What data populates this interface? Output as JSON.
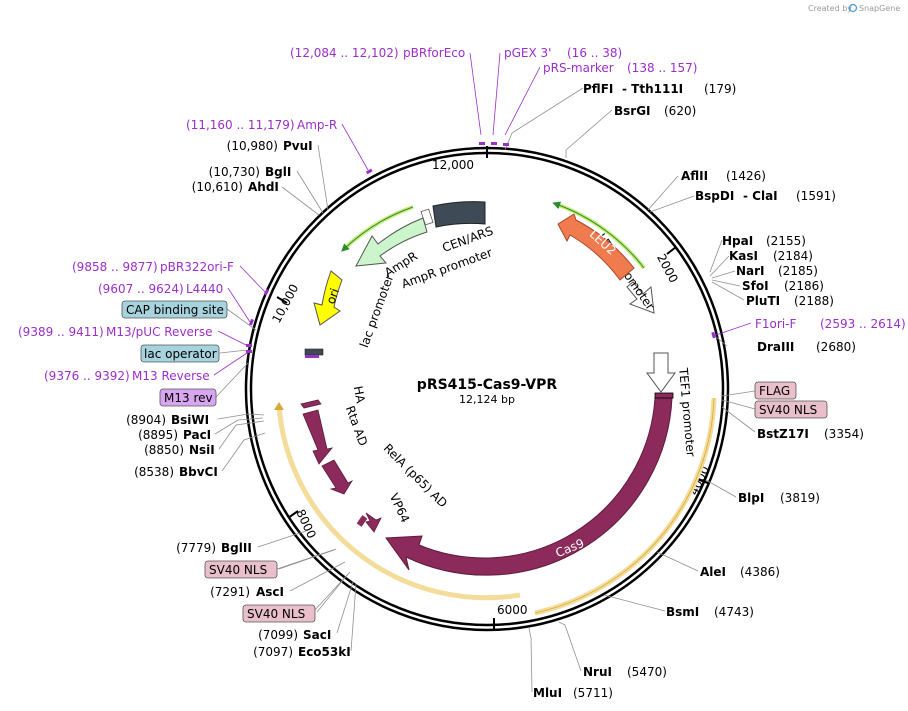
{
  "credit": {
    "text": "Created by",
    "brand": "SnapGene"
  },
  "plasmid": {
    "name": "pRS415-Cas9-VPR",
    "size_text": "12,124 bp"
  },
  "ticks": [
    {
      "text": "12,000"
    },
    {
      "text": "2000"
    },
    {
      "text": "4000"
    },
    {
      "text": "6000"
    },
    {
      "text": "8000"
    },
    {
      "text": "10,000"
    }
  ],
  "enzymes": [
    {
      "name": "PflFI",
      "extra": "- Tth111I",
      "pos": "(179)"
    },
    {
      "name": "BsrGI",
      "pos": "(620)"
    },
    {
      "name": "AflII",
      "pos": "(1426)"
    },
    {
      "name": "BspDI",
      "extra": "- ClaI",
      "pos": "(1591)"
    },
    {
      "name": "HpaI",
      "pos": "(2155)"
    },
    {
      "name": "KasI",
      "pos": "(2184)"
    },
    {
      "name": "NarI",
      "pos": "(2185)"
    },
    {
      "name": "SfoI",
      "pos": "(2186)"
    },
    {
      "name": "PluTI",
      "pos": "(2188)"
    },
    {
      "name": "DraIII",
      "pos": "(2680)"
    },
    {
      "name": "BstZ17I",
      "pos": "(3354)"
    },
    {
      "name": "BlpI",
      "pos": "(3819)"
    },
    {
      "name": "AleI",
      "pos": "(4386)"
    },
    {
      "name": "BsmI",
      "pos": "(4743)"
    },
    {
      "name": "NruI",
      "pos": "(5470)"
    },
    {
      "name": "MluI",
      "pos": "(5711)"
    },
    {
      "name": "PvuI",
      "pos": "(10,980)"
    },
    {
      "name": "BglI",
      "pos": "(10,730)"
    },
    {
      "name": "AhdI",
      "pos": "(10,610)"
    },
    {
      "name": "BsiWI",
      "pos": "(8904)"
    },
    {
      "name": "PacI",
      "pos": "(8895)"
    },
    {
      "name": "NsiI",
      "pos": "(8850)"
    },
    {
      "name": "BbvCI",
      "pos": "(8538)"
    },
    {
      "name": "BglII",
      "pos": "(7779)"
    },
    {
      "name": "AscI",
      "pos": "(7291)"
    },
    {
      "name": "SacI",
      "pos": "(7099)"
    },
    {
      "name": "Eco53kI",
      "pos": "(7097)"
    }
  ],
  "primers": [
    {
      "name": "pBRforEco",
      "range": "(12,084 .. 12,102)"
    },
    {
      "name": "pGEX 3'",
      "range": "(16 .. 38)"
    },
    {
      "name": "pRS-marker",
      "range": "(138 .. 157)"
    },
    {
      "name": "Amp-R",
      "range": "(11,160 .. 11,179)"
    },
    {
      "name": "pBR322ori-F",
      "range": "(9858 .. 9877)"
    },
    {
      "name": "L4440",
      "range": "(9607 .. 9624)"
    },
    {
      "name": "M13/pUC Reverse",
      "range": "(9389 .. 9411)"
    },
    {
      "name": "M13 Reverse",
      "range": "(9376 .. 9392)"
    },
    {
      "name": "F1ori-F",
      "range": "(2593 .. 2614)"
    }
  ],
  "boxed_labels": [
    {
      "text": "CAP binding site",
      "color": "#a6d3dd"
    },
    {
      "text": "lac operator",
      "color": "#a6d3dd"
    },
    {
      "text": "M13 rev",
      "color": "#d8a6f0"
    },
    {
      "text": "FLAG",
      "color": "#e9bfcb"
    },
    {
      "text": "SV40 NLS",
      "color": "#e9bfcb"
    },
    {
      "text": "SV40 NLS",
      "color": "#e9bfcb"
    },
    {
      "text": "SV40 NLS",
      "color": "#e9bfcb"
    }
  ],
  "features": [
    {
      "text": "CEN/ARS"
    },
    {
      "text": "AmpR"
    },
    {
      "text": "AmpR promoter"
    },
    {
      "text": "ori"
    },
    {
      "text": "lac promoter"
    },
    {
      "text": "LEU2"
    },
    {
      "text": "LEU2 promoter"
    },
    {
      "text": "TEF1 promoter"
    },
    {
      "text": "Cas9"
    },
    {
      "text": "HA"
    },
    {
      "text": "Rta AD"
    },
    {
      "text": "RelA (p65) AD"
    },
    {
      "text": "VP64"
    }
  ],
  "colors": {
    "cas9": "#8b2a5b",
    "leu2": "#f07b4e",
    "ampr": "#ccf5cc",
    "ori": "#ffff00",
    "cen": "#3e4a55",
    "primer": "#9b2fc9",
    "orf": "#c6ec78",
    "yellow_orf": "#f4dd9a"
  }
}
